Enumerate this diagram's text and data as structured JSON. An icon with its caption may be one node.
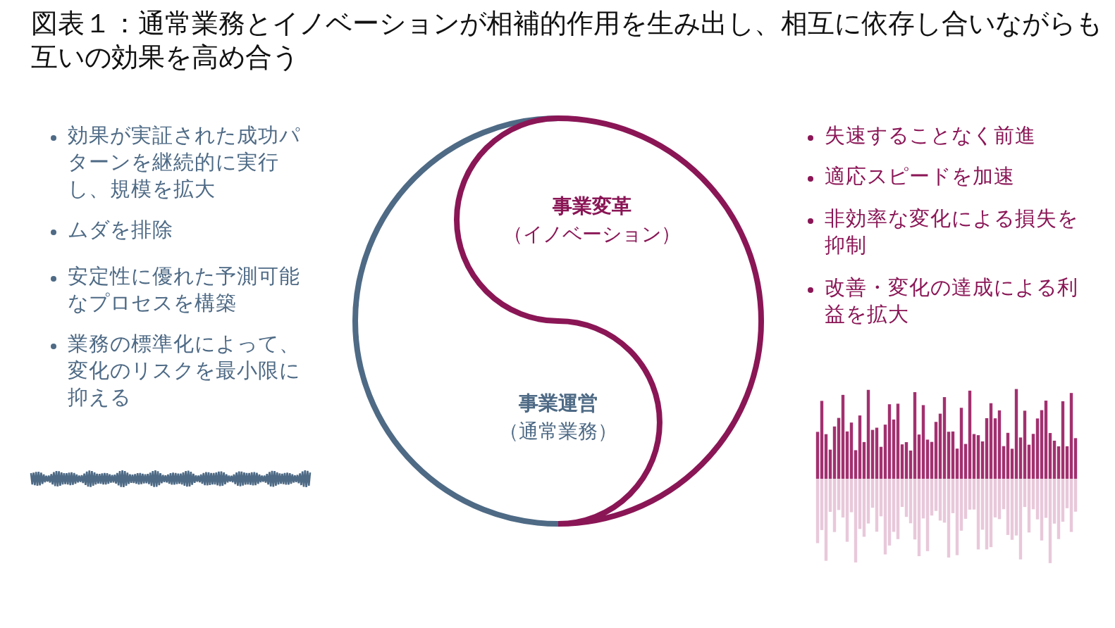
{
  "diagram": {
    "title": "図表１：通常業務とイノベーションが相補的作用を生み出し、相互に依存し合いながらも互いの効果を高め合う",
    "nodes": [
      {
        "text": [
          "事業変革",
          "（イノベーション）"
        ]
      },
      {
        "text": [
          "事業運営",
          "（通常業務）"
        ]
      }
    ],
    "labels": [
      "効果が実証された成功パターンを継続的に実行し、規模を拡大",
      "ムダを排除",
      "安定性に優れた予測可能なプロセスを構築",
      "業務の標準化によって、変化のリスクを最小限に抑える",
      "失速することなく前進",
      "適応スピードを加速",
      "非効率な変化による損失を抑制",
      "改善・変化の達成による利益を拡大"
    ]
  }
}
